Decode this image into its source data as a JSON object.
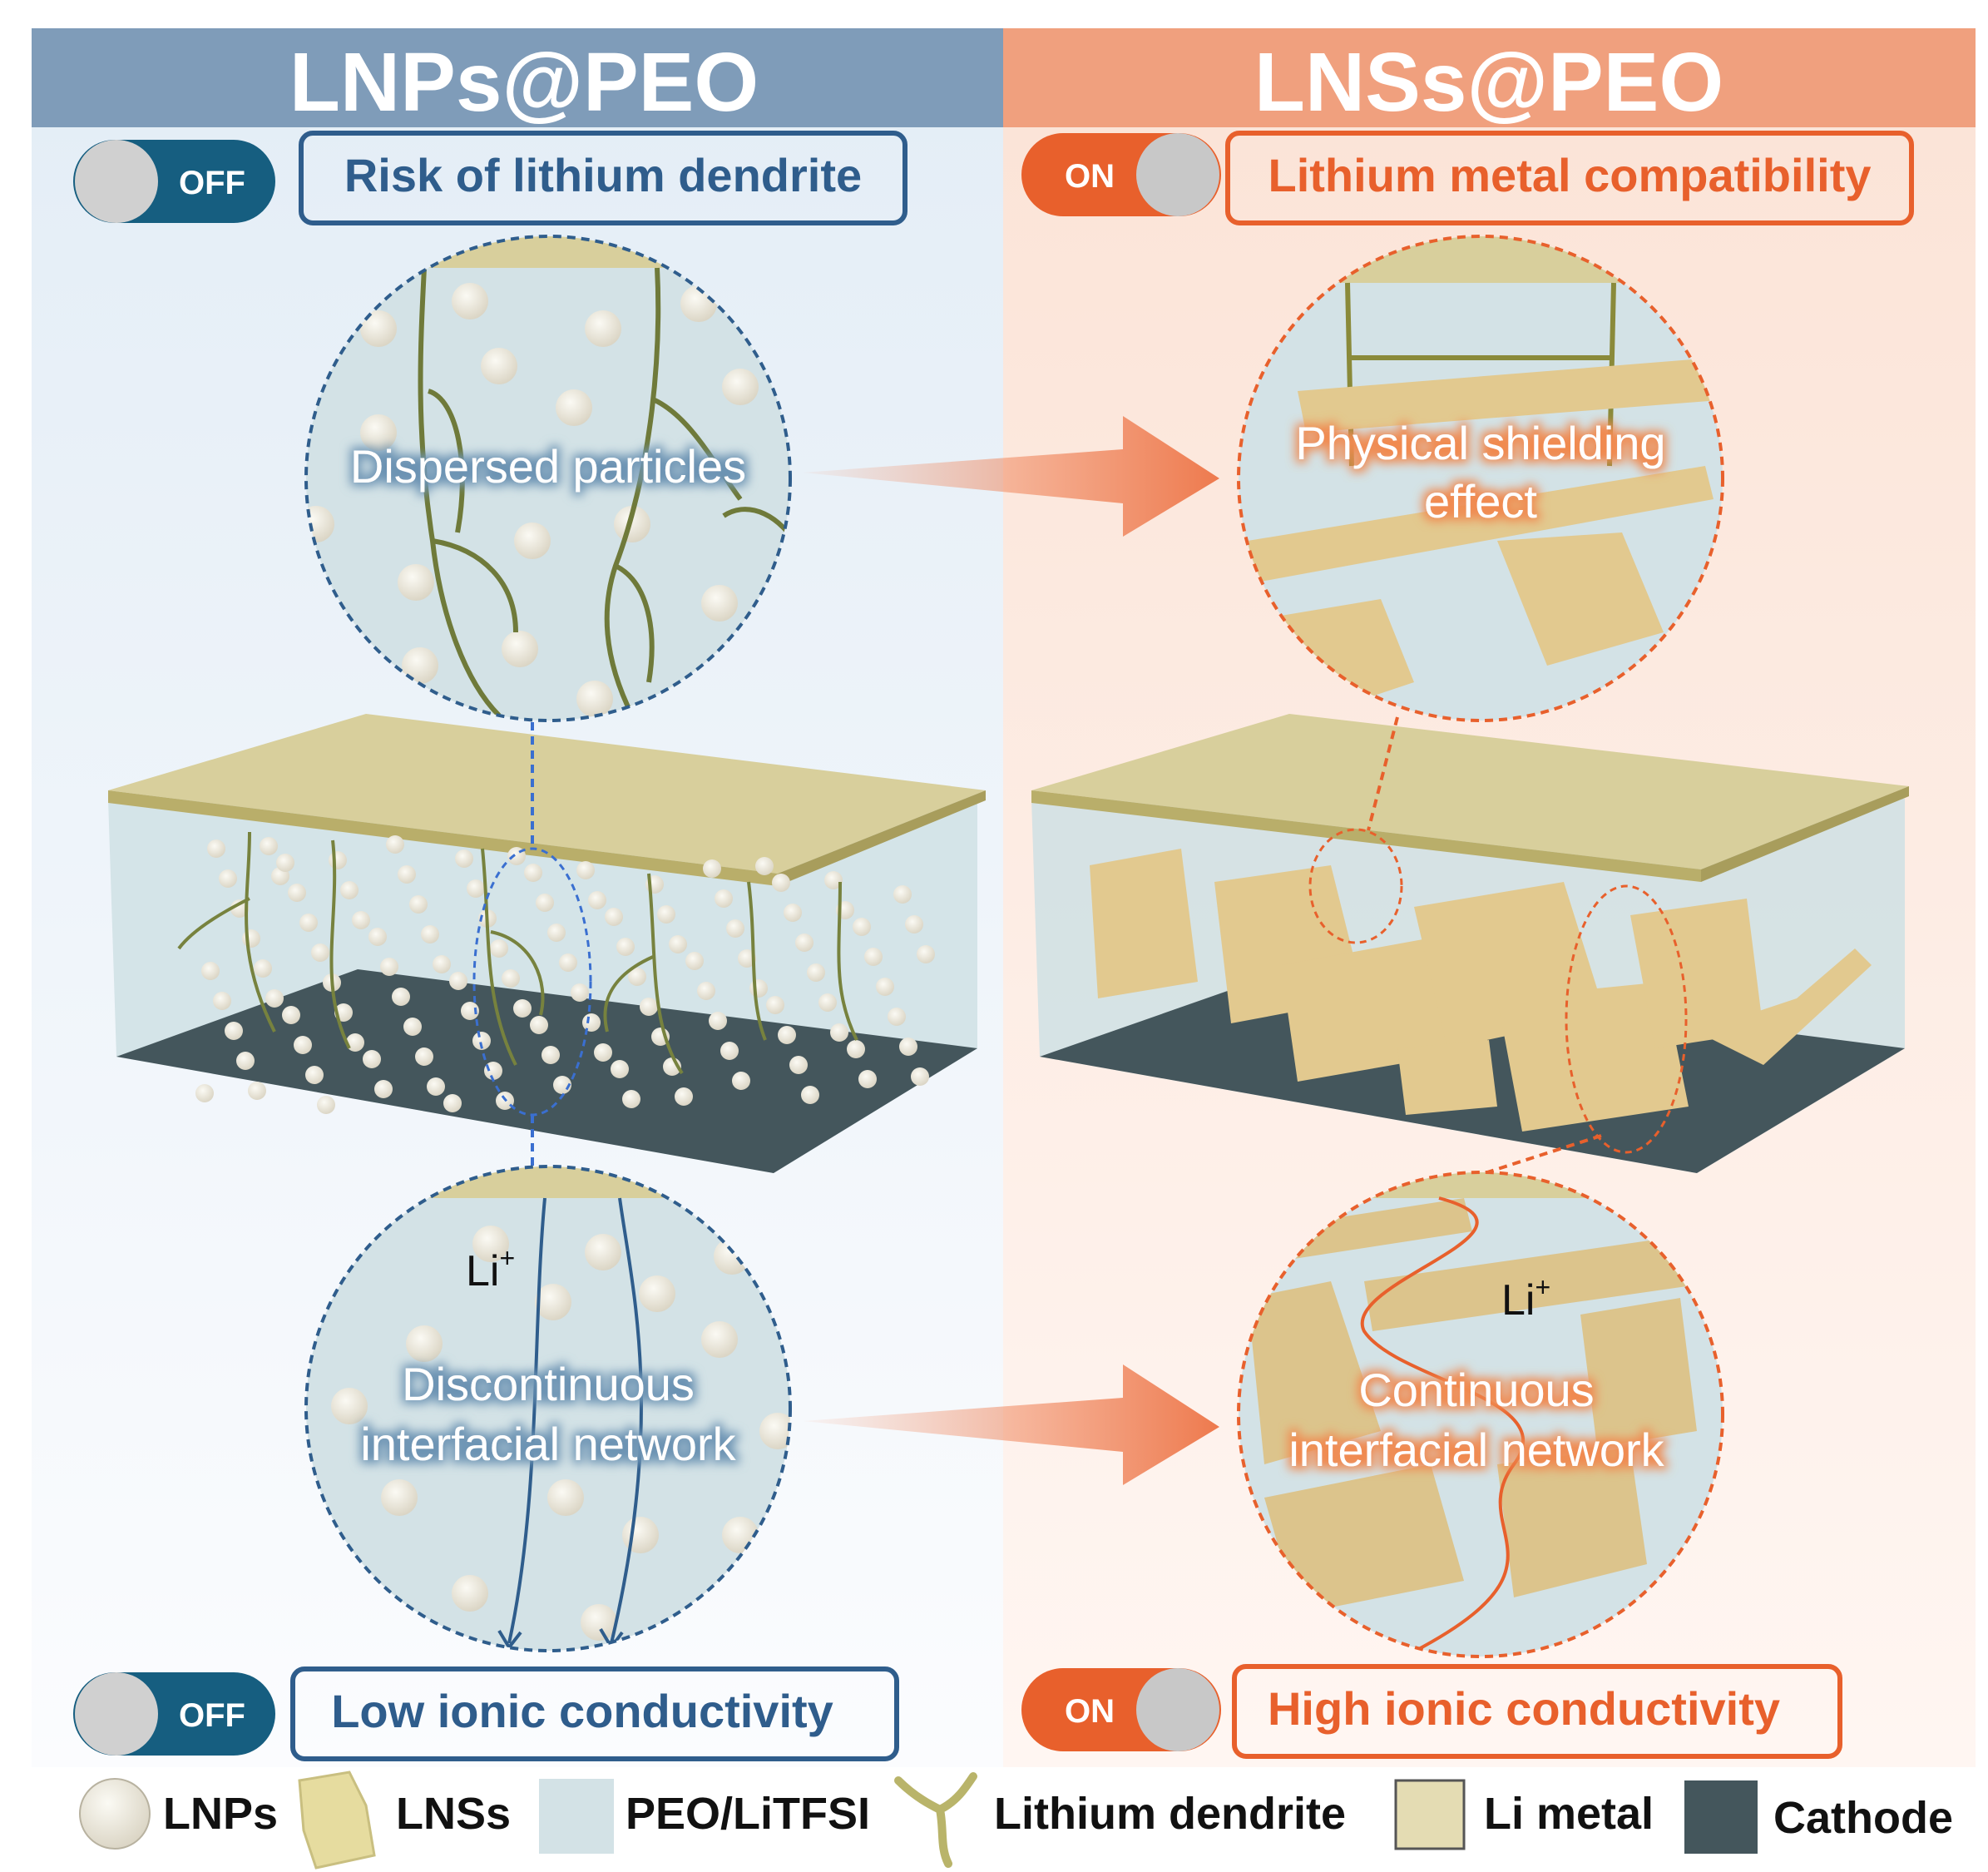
{
  "left": {
    "title": "LNPs@PEO",
    "top_toggle": "OFF",
    "top_label": "Risk of lithium dendrite",
    "top_circle_label": "Dispersed particles",
    "bottom_circle_label_1": "Discontinuous",
    "bottom_circle_label_2": "interfacial network",
    "ion": "Li",
    "ion_charge": "+",
    "bottom_toggle": "OFF",
    "bottom_label": "Low ionic conductivity"
  },
  "right": {
    "title": "LNSs@PEO",
    "top_toggle": "ON",
    "top_label": "Lithium metal compatibility",
    "top_circle_label_1": "Physical shielding",
    "top_circle_label_2": "effect",
    "bottom_circle_label_1": "Continuous",
    "bottom_circle_label_2": "interfacial network",
    "ion": "Li",
    "ion_charge": "+",
    "bottom_toggle": "ON",
    "bottom_label": "High ionic conductivity"
  },
  "legend": [
    "LNPs",
    "LNSs",
    "PEO/LiTFSI",
    "Lithium dendrite",
    "Li metal",
    "Cathode"
  ],
  "colors": {
    "blue_header": "#7f9cb9",
    "blue_dark": "#165e80",
    "blue_text": "#2f5d8c",
    "orange_header": "#f0a07e",
    "orange": "#e8602c",
    "li_metal": "#d8cf9c",
    "peo": "#d3e2e6",
    "cathode": "#44565c"
  }
}
